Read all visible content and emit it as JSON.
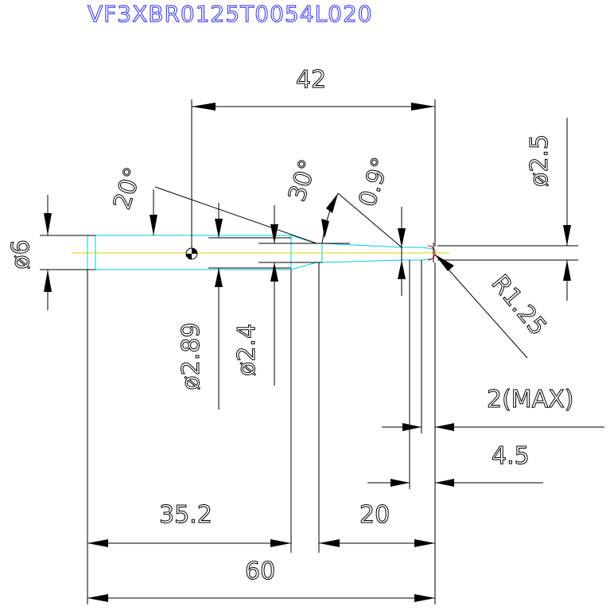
{
  "title": "VF3XBR0125T0054L020",
  "colors": {
    "part_outline": "#00c8e6",
    "center_axis": "#e6d200",
    "title": "#2a2ae6",
    "dimension": "#000000",
    "tip": "#e60000"
  },
  "dimensions": {
    "overall_flute_ref": "42",
    "shank_dia": "ø6",
    "neck_dia": "ø2.89",
    "relief_dia": "ø2.4",
    "tip_dia": "ø2.5",
    "tip_radius": "R1.25",
    "angle_shank": "20°",
    "angle_neck": "30°",
    "angle_tip": "0.9°",
    "flute_max": "2(MAX)",
    "flute_len": "4.5",
    "body_len": "35.2",
    "neck_len": "20",
    "overall_len": "60"
  }
}
